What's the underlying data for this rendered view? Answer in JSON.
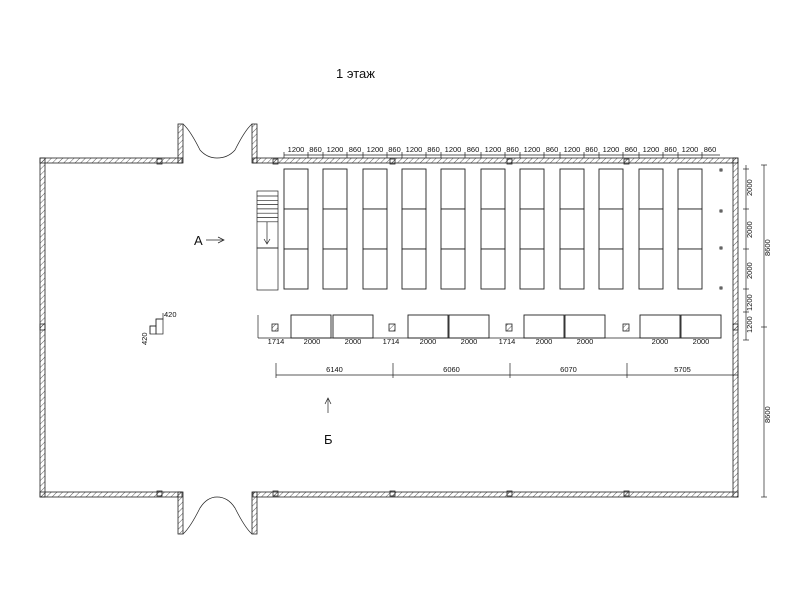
{
  "title": "1 этаж",
  "markers": {
    "a": "А",
    "b": "Б"
  },
  "top_dims": [
    "1200",
    "860",
    "1200",
    "860",
    "1200",
    "860",
    "1200",
    "860",
    "1200",
    "860",
    "1200",
    "860",
    "1200",
    "860",
    "1200",
    "860",
    "1200",
    "860",
    "1200",
    "860",
    "1200",
    "860"
  ],
  "right_small_dims": [
    "2000",
    "2000",
    "2000"
  ],
  "right_mid_dims": [
    "1200",
    "1200"
  ],
  "right_big_dims": [
    "8600",
    "8600"
  ],
  "bottom_row_dims": [
    "1714",
    "2000",
    "2000",
    "1714",
    "2000",
    "2000",
    "1714",
    "2000",
    "2000",
    "2000",
    "2000"
  ],
  "column_dims": [
    "6140",
    "6060",
    "6070",
    "5705"
  ],
  "stair_dims": [
    "420",
    "420"
  ]
}
